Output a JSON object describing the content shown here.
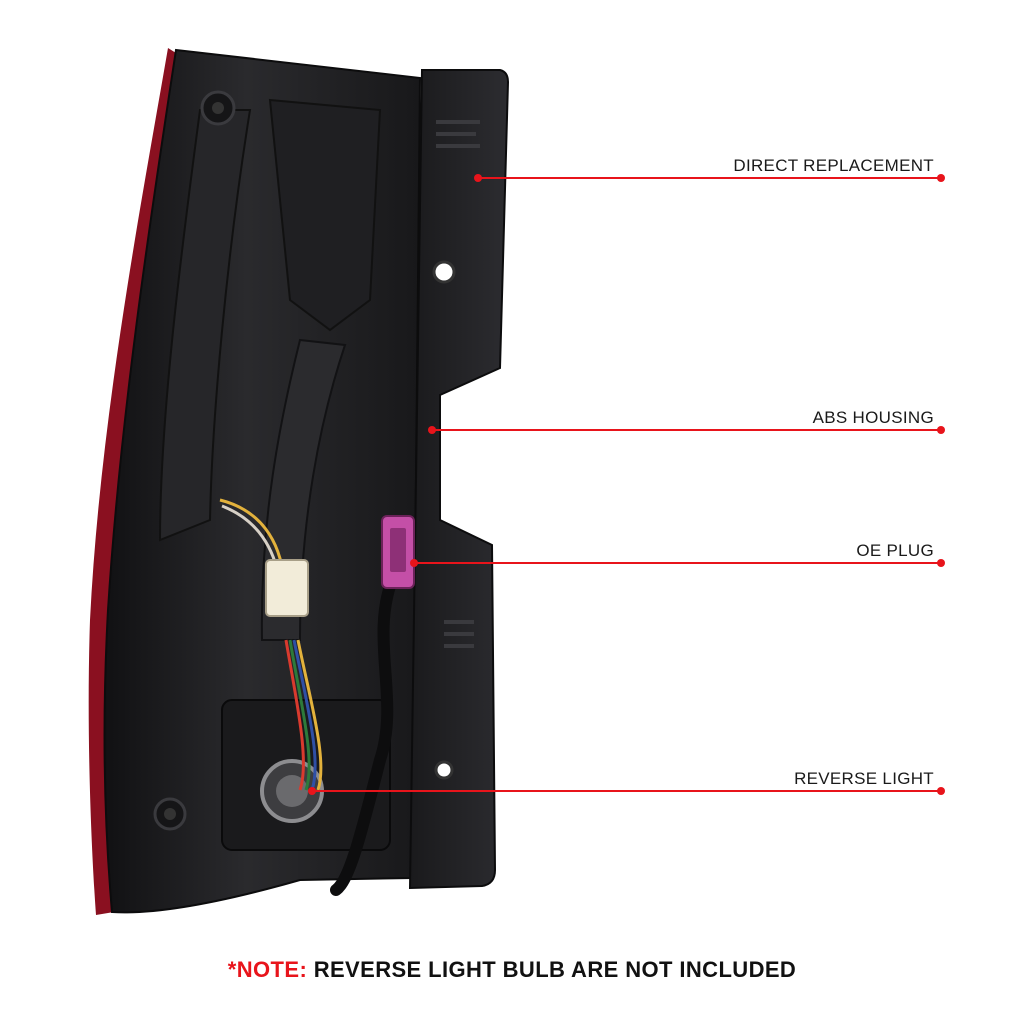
{
  "callouts": [
    {
      "label": "DIRECT REPLACEMENT"
    },
    {
      "label": "ABS HOUSING"
    },
    {
      "label": "OE PLUG"
    },
    {
      "label": "REVERSE LIGHT"
    }
  ],
  "note": {
    "prefix": "*NOTE:",
    "text": "REVERSE LIGHT BULB ARE NOT INCLUDED"
  },
  "colors": {
    "accent": "#e8141b",
    "housing": "#1c1c1e",
    "lens_edge": "#8a1020",
    "text": "#1a1a1a"
  },
  "icons": {
    "connector_oe": "purple-oe-plug-connector",
    "connector_small": "white-wire-connector",
    "socket": "reverse-bulb-socket"
  }
}
